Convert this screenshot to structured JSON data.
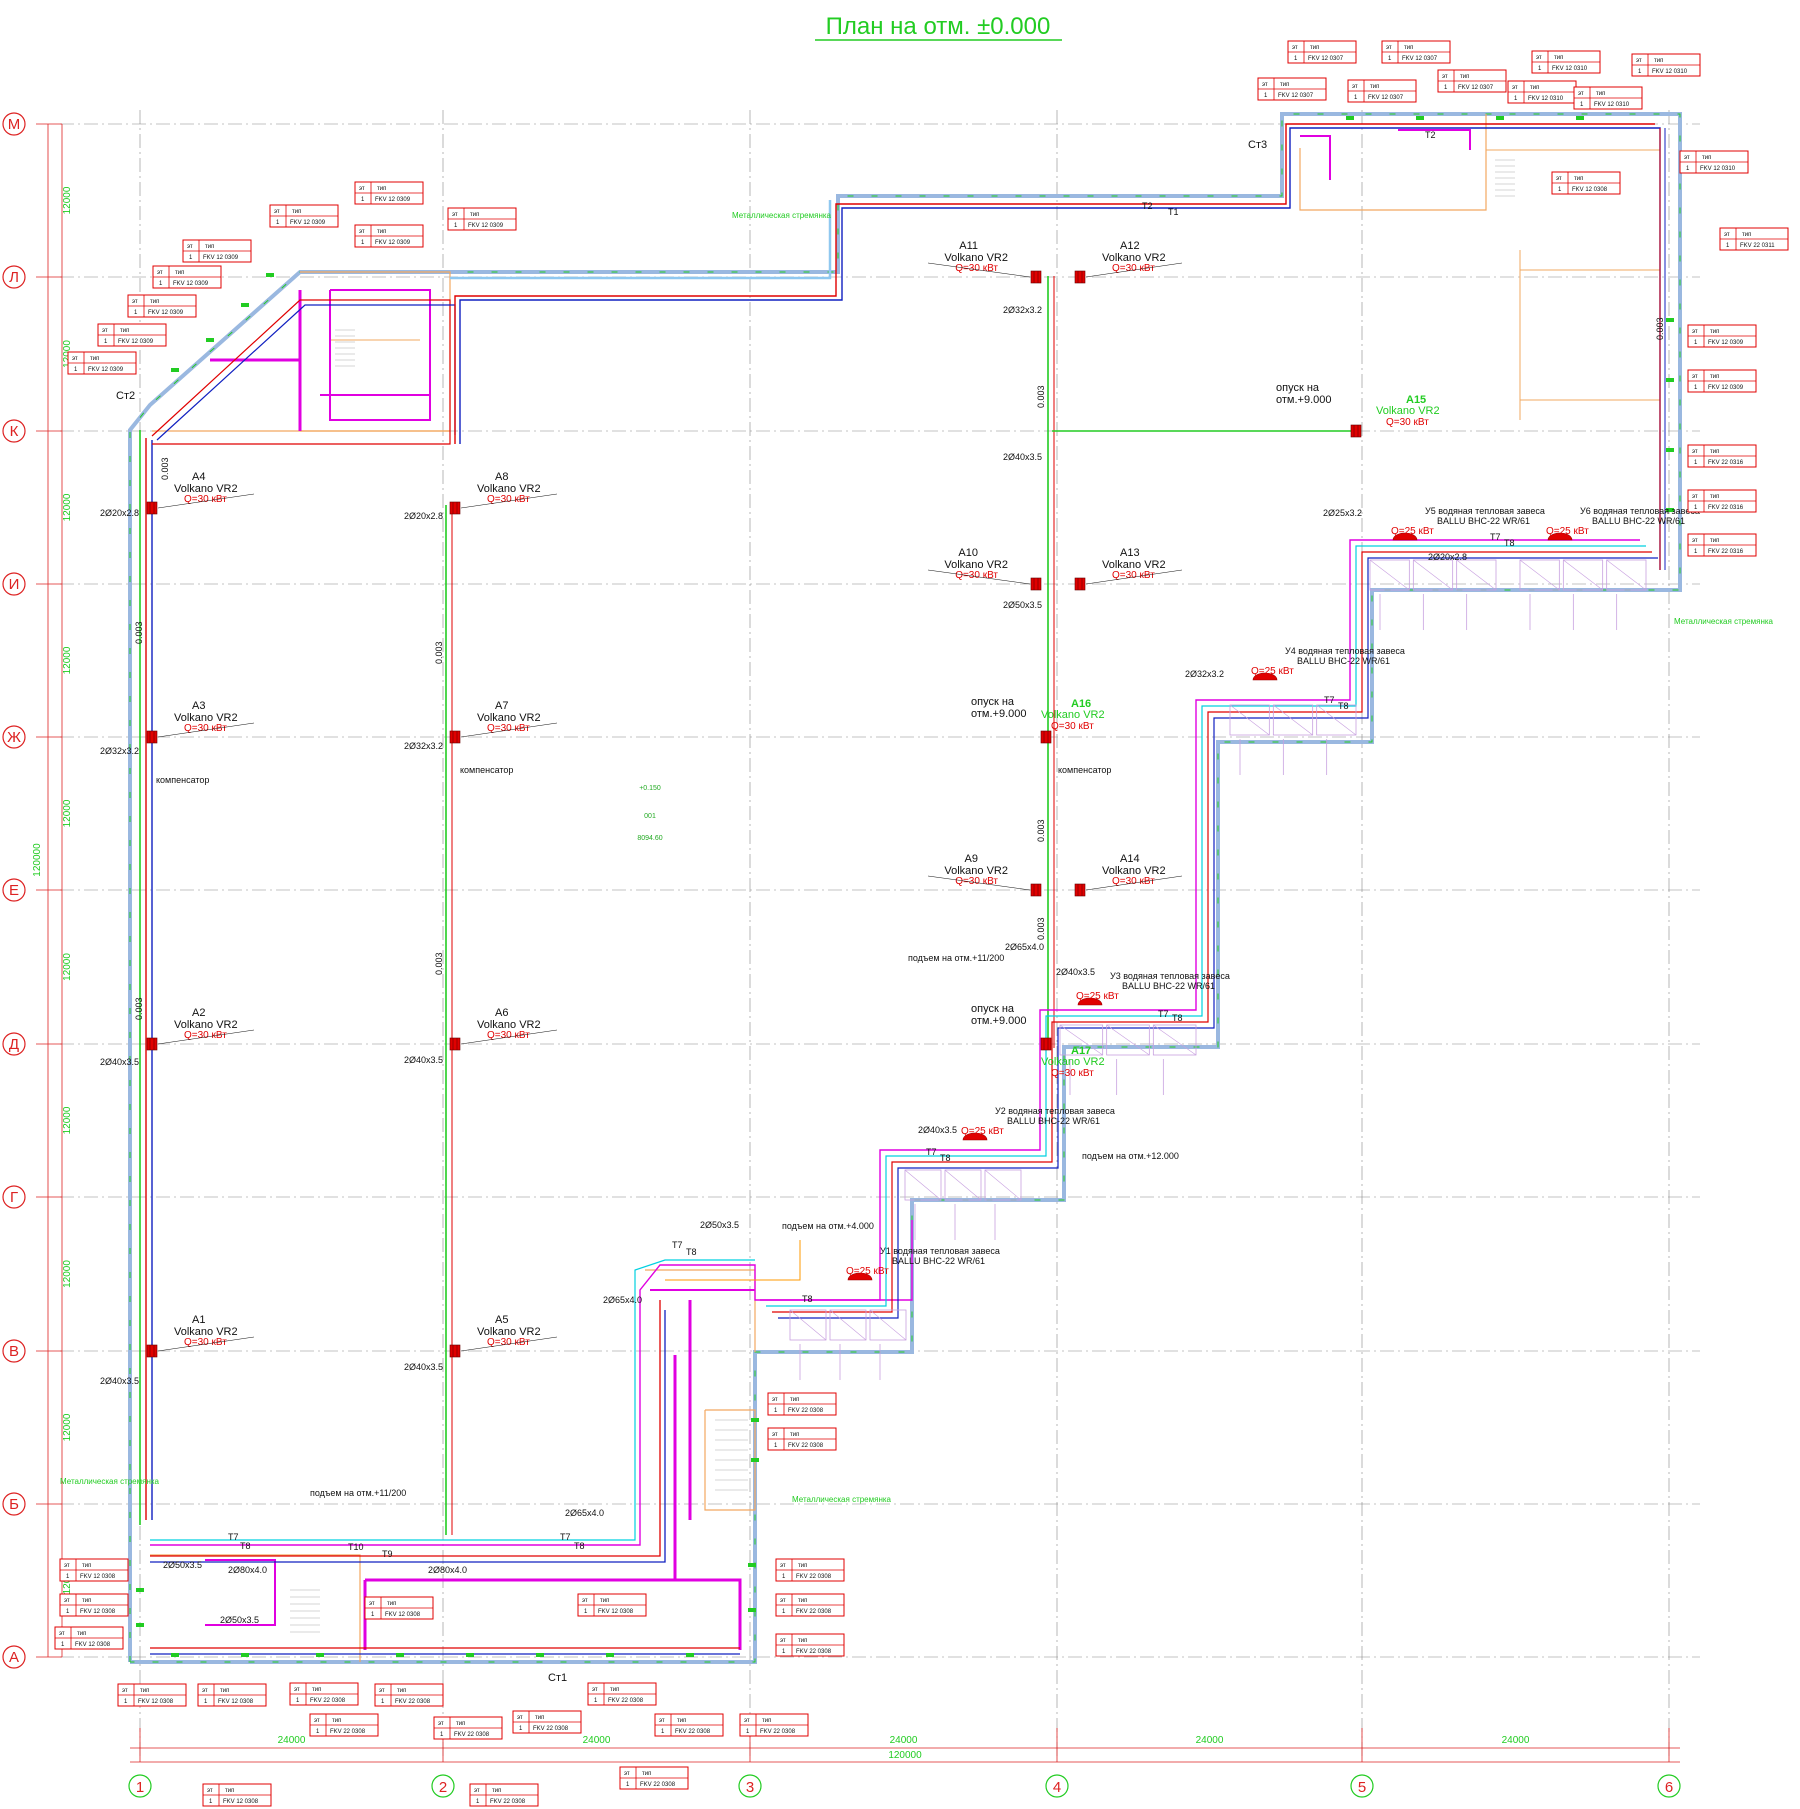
{
  "title": "План на отм. ±0.000",
  "colors": {
    "heat_supply": "#e00000",
    "heat_return": "#1020c0",
    "hot_water": "#22cc22",
    "t7t8": "#e000e0",
    "wall": "#9ab8e0",
    "label": "#22cc22",
    "grid": "#888888"
  },
  "axes": {
    "rows": [
      "М",
      "Л",
      "К",
      "И",
      "Ж",
      "Е",
      "Д",
      "Г",
      "В",
      "Б",
      "А"
    ],
    "cols": [
      "1",
      "2",
      "3",
      "4",
      "5",
      "6"
    ],
    "row_spacing": [
      "12000",
      "12000",
      "12000",
      "12000",
      "12000",
      "12000",
      "12000",
      "12000",
      "12000",
      "12000"
    ],
    "row_total": "120000",
    "col_spacing": [
      "24000",
      "24000",
      "24000",
      "24000",
      "24000"
    ],
    "col_total": "120000"
  },
  "stoyaki": [
    "Ст1",
    "Ст2",
    "Ст3"
  ],
  "units": [
    {
      "id": "A1",
      "model": "Volkano VR2",
      "q": "Q=30 кВт"
    },
    {
      "id": "A2",
      "model": "Volkano VR2",
      "q": "Q=30 кВт"
    },
    {
      "id": "A3",
      "model": "Volkano VR2",
      "q": "Q=30 кВт"
    },
    {
      "id": "A4",
      "model": "Volkano VR2",
      "q": "Q=30 кВт"
    },
    {
      "id": "A5",
      "model": "Volkano VR2",
      "q": "Q=30 кВт"
    },
    {
      "id": "A6",
      "model": "Volkano VR2",
      "q": "Q=30 кВт"
    },
    {
      "id": "A7",
      "model": "Volkano VR2",
      "q": "Q=30 кВт"
    },
    {
      "id": "A8",
      "model": "Volkano VR2",
      "q": "Q=30 кВт"
    },
    {
      "id": "A9",
      "model": "Volkano VR2",
      "q": "Q=30 кВт"
    },
    {
      "id": "A10",
      "model": "Volkano VR2",
      "q": "Q=30 кВт"
    },
    {
      "id": "A11",
      "model": "Volkano VR2",
      "q": "Q=30 кВт"
    },
    {
      "id": "A12",
      "model": "Volkano VR2",
      "q": "Q=30 кВт"
    },
    {
      "id": "A13",
      "model": "Volkano VR2",
      "q": "Q=30 кВт"
    },
    {
      "id": "A14",
      "model": "Volkano VR2",
      "q": "Q=30 кВт"
    },
    {
      "id": "A15",
      "model": "Volkano VR2",
      "q": "Q=30 кВт",
      "note": "опуск на отм.+9.000"
    },
    {
      "id": "A16",
      "model": "Volkano VR2",
      "q": "Q=30 кВт",
      "note": "опуск на отм.+9.000"
    },
    {
      "id": "A17",
      "model": "Volkano VR2",
      "q": "Q=30 кВт",
      "note": "опуск на отм.+9.000"
    }
  ],
  "curtains": [
    {
      "title": "У1 водяная тепловая завеса",
      "model": "BALLU BHC-22 WR/61",
      "q": "Q=25 кВт"
    },
    {
      "title": "У2 водяная тепловая завеса",
      "model": "BALLU BHC-22 WR/61",
      "q": "Q=25 кВт"
    },
    {
      "title": "У3 водяная тепловая завеса",
      "model": "BALLU BHC-22 WR/61",
      "q": "Q=25 кВт"
    },
    {
      "title": "У4 водяная тепловая завеса",
      "model": "BALLU BHC-22 WR/61",
      "q": "Q=25 кВт"
    },
    {
      "title": "У5 водяная тепловая завеса",
      "model": "BALLU BHC-22 WR/61",
      "q": "Q=25 кВт"
    },
    {
      "title": "У6 водяная тепловая завеса",
      "model": "BALLU BHC-22 WR/61",
      "q": "Q=25 кВт"
    }
  ],
  "pipe_labels": [
    "2Ø20х2.8",
    "2Ø32х3.2",
    "2Ø40х3.5",
    "2Ø50х3.5",
    "2Ø65х4.0",
    "2Ø80х4.0",
    "2Ø25х3.2",
    "Т1",
    "Т2",
    "Т7",
    "Т8",
    "Т9",
    "Т10",
    "0.003",
    "компенсатор"
  ],
  "notes": [
    "подъем на отм.+11/200",
    "подъем на отм.+12.000",
    "подъем на отм.+4.000",
    "Металлическая стремянка"
  ],
  "rooms": {
    "hall": {
      "num": "001",
      "elev": "+0.150",
      "area": "8094.60"
    }
  },
  "radiator_header": {
    "c1": "эт",
    "c2": "тип",
    "floor": "1"
  },
  "radiator_types": [
    "FKV 12 0307",
    "FKV 12 0308",
    "FKV 12 0309",
    "FKV 12 0310",
    "FKV 22 0308",
    "FKV 22 0311",
    "FKV 22 0316"
  ]
}
